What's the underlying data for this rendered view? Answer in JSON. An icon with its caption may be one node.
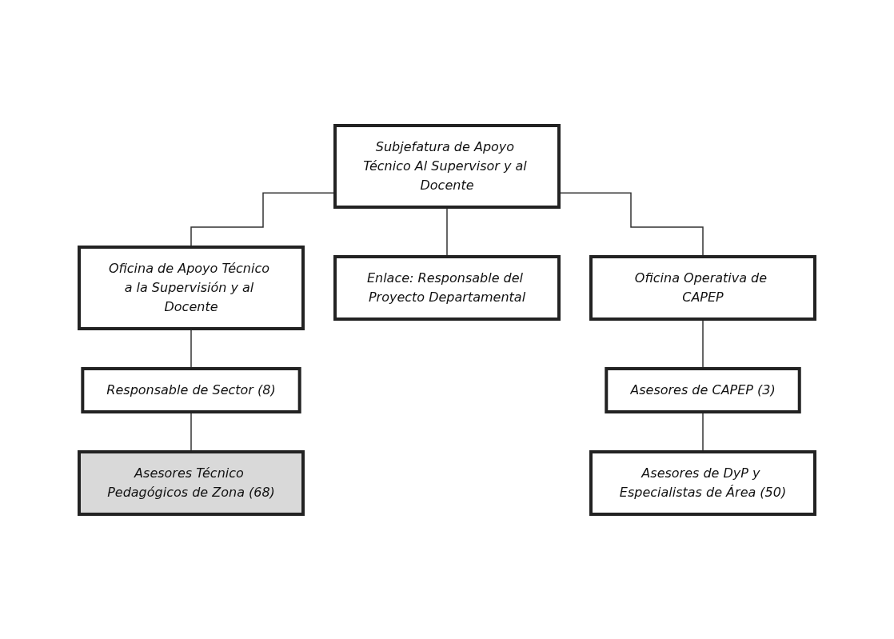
{
  "diagram": {
    "nodes": [
      {
        "text": [
          "Subjefatura de Apoyo Técnico Al Supervisor y al Docente"
        ]
      },
      {
        "text": [
          "Oficina de Apoyo Técnico a la Supervisión y al Docente"
        ]
      },
      {
        "text": [
          "Enlace: Responsable del Proyecto Departamental"
        ]
      },
      {
        "text": [
          "Oficina Operativa de CAPEP"
        ]
      },
      {
        "text": [
          "Responsable de Sector (8)"
        ]
      },
      {
        "text": [
          "Asesores de CAPEP (3)"
        ]
      },
      {
        "text": [
          "Asesores Técnico Pedagógicos de Zona (68)"
        ]
      },
      {
        "text": [
          "Asesores de DyP y Especialistas de Área (50)"
        ]
      }
    ],
    "edges": [
      {
        "from": 0,
        "to": 1,
        "arrow": "none"
      },
      {
        "from": 0,
        "to": 2,
        "arrow": "none"
      },
      {
        "from": 0,
        "to": 3,
        "arrow": "none"
      },
      {
        "from": 1,
        "to": 4,
        "arrow": "none"
      },
      {
        "from": 3,
        "to": 5,
        "arrow": "none"
      },
      {
        "from": 4,
        "to": 6,
        "arrow": "none"
      },
      {
        "from": 5,
        "to": 7,
        "arrow": "none"
      }
    ]
  }
}
